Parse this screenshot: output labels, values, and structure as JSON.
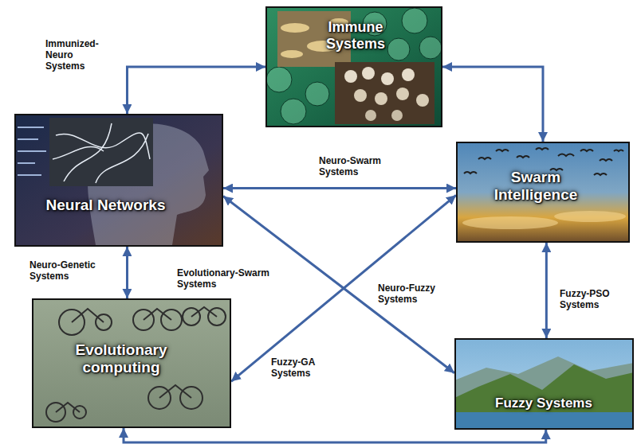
{
  "diagram": {
    "nodes": [
      {
        "text": [
          "Immune Systems"
        ]
      },
      {
        "text": [
          "Neural Networks"
        ]
      },
      {
        "text": [
          "Swarm Intelligence"
        ]
      },
      {
        "text": [
          "Evolutionary computing"
        ]
      },
      {
        "text": [
          "Fuzzy Systems"
        ]
      }
    ],
    "edges": [
      {
        "from": 0,
        "to": 1,
        "arrow": "both",
        "label": "Immunized-Neuro Systems"
      },
      {
        "from": 0,
        "to": 2,
        "arrow": "both"
      },
      {
        "from": 1,
        "to": 2,
        "arrow": "both",
        "label": "Neuro-Swarm Systems"
      },
      {
        "from": 1,
        "to": 3,
        "arrow": "both",
        "label": "Neuro-Genetic Systems"
      },
      {
        "from": 3,
        "to": 2,
        "arrow": "both",
        "label": "Evolutionary-Swarm Systems"
      },
      {
        "from": 1,
        "to": 4,
        "arrow": "both",
        "label": "Neuro-Fuzzy Systems"
      },
      {
        "from": 2,
        "to": 4,
        "arrow": "both",
        "label": "Fuzzy-PSO Systems"
      },
      {
        "from": 3,
        "to": 4,
        "arrow": "both",
        "label": "Fuzzy-GA Systems"
      }
    ]
  }
}
